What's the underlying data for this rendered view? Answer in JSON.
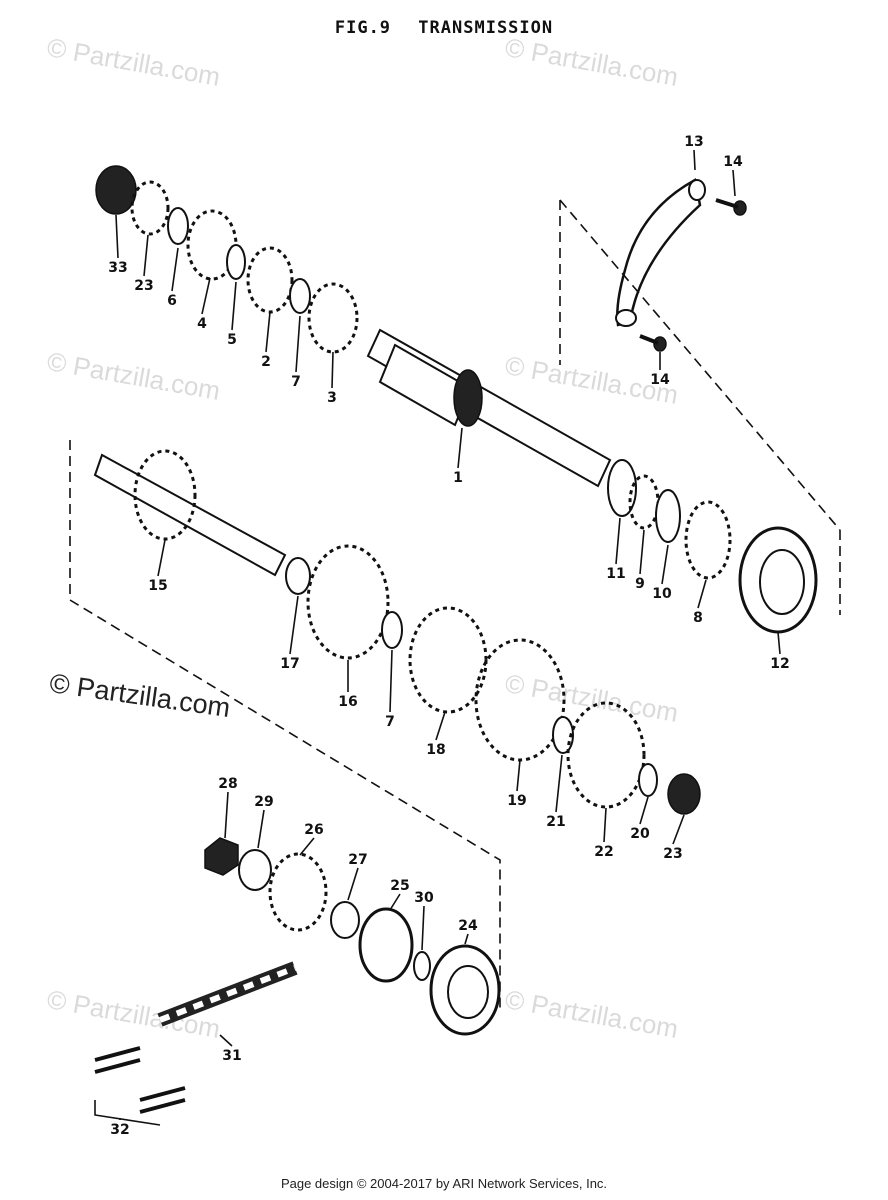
{
  "diagram": {
    "figure_number": "FIG.9",
    "figure_title": "TRANSMISSION",
    "watermark": "© Partzilla.com",
    "footer": "Page design © 2004-2017 by ARI Network Services, Inc.",
    "callouts": [
      "33",
      "23",
      "6",
      "4",
      "5",
      "2",
      "7",
      "3",
      "1",
      "13",
      "14",
      "14",
      "15",
      "17",
      "16",
      "7",
      "18",
      "19",
      "21",
      "22",
      "20",
      "23",
      "11",
      "9",
      "10",
      "8",
      "12",
      "28",
      "29",
      "26",
      "27",
      "25",
      "30",
      "24",
      "31",
      "32"
    ]
  }
}
